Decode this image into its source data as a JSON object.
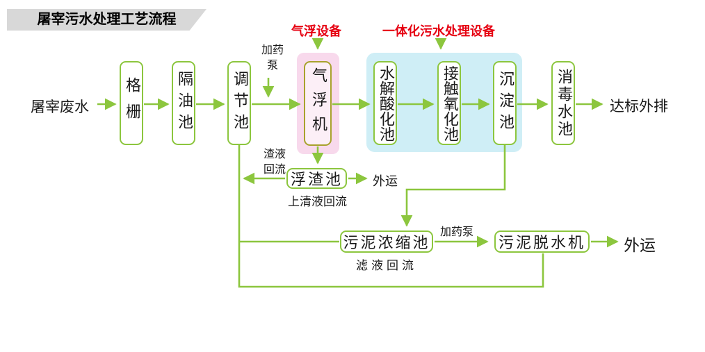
{
  "title": "屠宰污水处理工艺流程",
  "colors": {
    "line_green": "#8CC63E",
    "olive_border": "#A8A22C",
    "pink_region": "#F8D9EC",
    "blue_region": "#CFEEF6",
    "red_label": "#E60012",
    "banner_bg": "#D8D8D8"
  },
  "flow": {
    "source_label": "屠宰废水",
    "boxes": [
      {
        "label": "格栅"
      },
      {
        "label": "隔油池"
      },
      {
        "label": "调节池"
      },
      {
        "label": "气浮机"
      },
      {
        "label": "水解酸化池"
      },
      {
        "label": "接触氧化池"
      },
      {
        "label": "沉淀池"
      },
      {
        "label": "消毒水池"
      }
    ],
    "output_label": "达标外排"
  },
  "annotations": {
    "air_flotation_equipment": "气浮设备",
    "integrated_equipment": "一体化污水处理设备",
    "dosing_pump_1": "加药泵",
    "dosing_pump_2": "加药泵",
    "residue_reflux": "渣液回流",
    "supernatant_reflux": "上清液回流",
    "filtrate_reflux": "滤液回流"
  },
  "scum": {
    "tank_label": "浮渣池",
    "outbound_label": "外运"
  },
  "sludge": {
    "thickening_tank_label": "污泥浓缩池",
    "dewatering_machine_label": "污泥脱水机",
    "outbound_label": "外运"
  }
}
